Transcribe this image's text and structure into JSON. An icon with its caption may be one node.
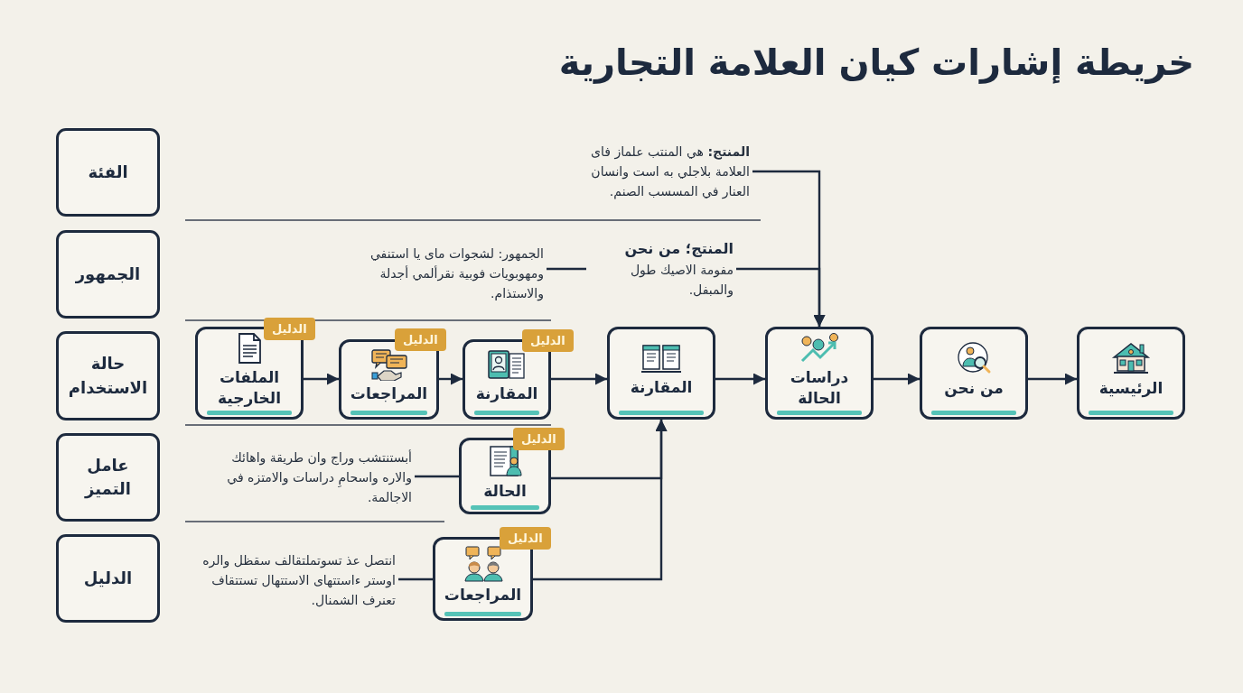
{
  "diagram": {
    "title": "خريطة إشارات كيان العلامة التجارية",
    "nodes": [
      {
        "text": [
          "الفئة"
        ]
      },
      {
        "text": [
          "الجمهور"
        ]
      },
      {
        "text": [
          "حالة الاستخدام"
        ]
      },
      {
        "text": [
          "عامل التميز"
        ]
      },
      {
        "text": [
          "الدليل"
        ]
      },
      {
        "text": [
          "**المنتج:** هي المنتب علماز فاى العلامة بلاجلي به است وانسان العنار في المسسب الصنم."
        ]
      },
      {
        "text": [
          "المنتج؛ من نحن",
          "مفومة الاصيك طول والمبفل."
        ]
      },
      {
        "text": [
          "الجمهور: لشجوات ماى يا استنفي ومهوبويات فوبية نقرألمي أجدلة والاستذام."
        ]
      },
      {
        "text": [
          "الملفات الخارجية"
        ]
      },
      {
        "text": [
          "الدليل"
        ]
      },
      {
        "text": [
          "المراجعات"
        ]
      },
      {
        "text": [
          "الدليل"
        ]
      },
      {
        "text": [
          "المقارنة"
        ]
      },
      {
        "text": [
          "الدليل"
        ]
      },
      {
        "text": [
          "المقارنة"
        ]
      },
      {
        "text": [
          "دراسات الحالة"
        ]
      },
      {
        "text": [
          "من نحن"
        ]
      },
      {
        "text": [
          "الرئيسية"
        ]
      },
      {
        "text": [
          "أبستنتشب وراج وان طريقة واهائك والاره واسحامِ دراسات والامتزه في الاجالمة."
        ]
      },
      {
        "text": [
          "الحالة"
        ]
      },
      {
        "text": [
          "الدليل"
        ]
      },
      {
        "text": [
          "انتصل عذ تسوتملتقالف سقظل والره اوستر ءاستتهاى الاستتهال تستتقاف تعنرف الشمنال."
        ]
      },
      {
        "text": [
          "المراجعات"
        ]
      },
      {
        "text": [
          "الدليل"
        ]
      }
    ],
    "edges": [
      {
        "from": 5,
        "to": 15,
        "arrow": "to"
      },
      {
        "from": 6,
        "to": 15,
        "arrow": "to"
      },
      {
        "from": 7,
        "to": 6,
        "arrow": "none"
      },
      {
        "from": 8,
        "to": 10,
        "arrow": "to"
      },
      {
        "from": 10,
        "to": 12,
        "arrow": "to"
      },
      {
        "from": 12,
        "to": 14,
        "arrow": "to"
      },
      {
        "from": 14,
        "to": 15,
        "arrow": "to"
      },
      {
        "from": 15,
        "to": 16,
        "arrow": "to"
      },
      {
        "from": 16,
        "to": 17,
        "arrow": "to"
      },
      {
        "from": 18,
        "to": 19,
        "arrow": "none"
      },
      {
        "from": 19,
        "to": 14,
        "arrow": "to"
      },
      {
        "from": 21,
        "to": 22,
        "arrow": "none"
      },
      {
        "from": 22,
        "to": 14,
        "arrow": "to"
      }
    ]
  }
}
